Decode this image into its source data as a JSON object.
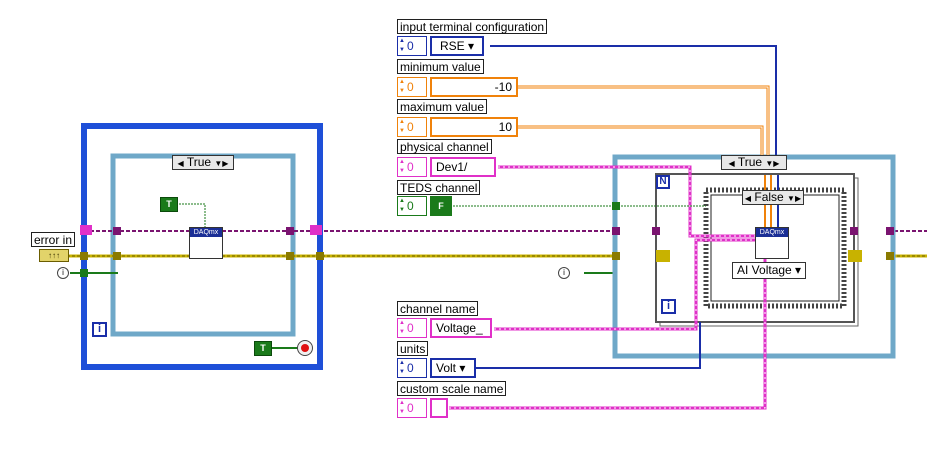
{
  "colors": {
    "enum_blue": "#1a2ea8",
    "orange": "#f0820a",
    "pink": "#e030c8",
    "green": "#1a7a1a",
    "error_wire": "#c8b200",
    "loop_blue": "#1e4fd8",
    "case_frame": "#6fa8c8"
  },
  "labels": {
    "input_terminal_configuration": "input terminal configuration",
    "minimum_value": "minimum value",
    "maximum_value": "maximum value",
    "physical_channel": "physical channel",
    "teds_channel": "TEDS channel",
    "channel_name": "channel name",
    "units": "units",
    "custom_scale_name": "custom scale name",
    "error_in": "error in"
  },
  "controls": {
    "input_terminal_configuration": {
      "index": "0",
      "value": "RSE"
    },
    "minimum_value": {
      "index": "0",
      "value": "-10"
    },
    "maximum_value": {
      "index": "0",
      "value": "10"
    },
    "physical_channel": {
      "index": "0",
      "value": "Dev1/"
    },
    "teds_channel": {
      "index": "0",
      "value": "F"
    },
    "channel_name": {
      "index": "0",
      "value": "Voltage_"
    },
    "units": {
      "index": "0",
      "value": "Volt"
    },
    "custom_scale_name": {
      "index": "0",
      "value": ""
    }
  },
  "structures": {
    "left_case_selector": "True",
    "right_case_selector": "True",
    "inner_case_selector": "False",
    "left_loop_iteration": "i",
    "for_loop_count": "N",
    "for_loop_iteration": "i",
    "true_constant": "T",
    "stop_true_constant": "T",
    "daqmx_vi_label": "DAQmx",
    "polymorphic_selector": "AI Voltage"
  }
}
